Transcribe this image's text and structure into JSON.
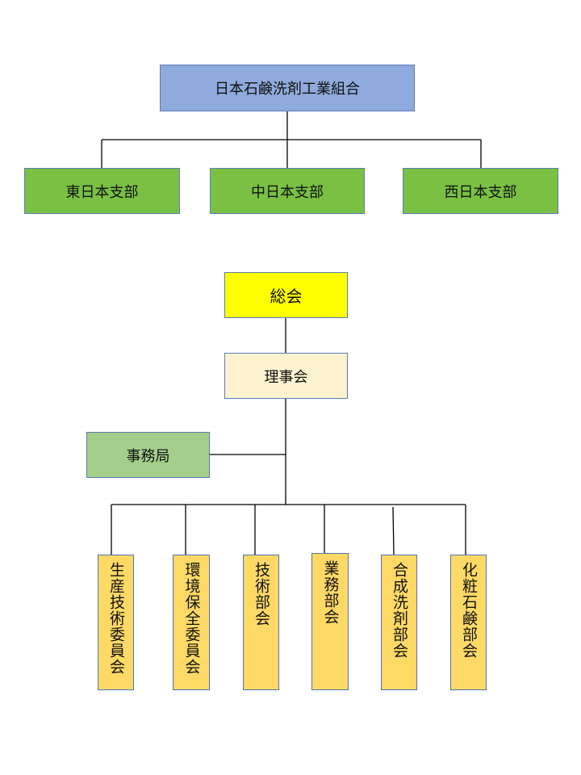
{
  "organization": {
    "name": "日本石鹸洗剤工業組合",
    "color": "#8faadc",
    "branches": [
      {
        "label": "東日本支部"
      },
      {
        "label": "中日本支部"
      },
      {
        "label": "西日本支部"
      }
    ],
    "branch_color": "#7ac143"
  },
  "structure": {
    "general_assembly": {
      "label": "総会",
      "color": "#ffff00"
    },
    "board": {
      "label": "理事会",
      "color": "#fdf2cf"
    },
    "secretariat": {
      "label": "事務局",
      "color": "#a3cf8b"
    },
    "committee_color": "#ffd966",
    "committees": [
      {
        "label": "生産技術委員会"
      },
      {
        "label": "環境保全委員会"
      },
      {
        "label": "技術部会"
      },
      {
        "label": "業務部会"
      },
      {
        "label": "合成洗剤部会"
      },
      {
        "label": "化粧石鹸部会"
      }
    ]
  }
}
